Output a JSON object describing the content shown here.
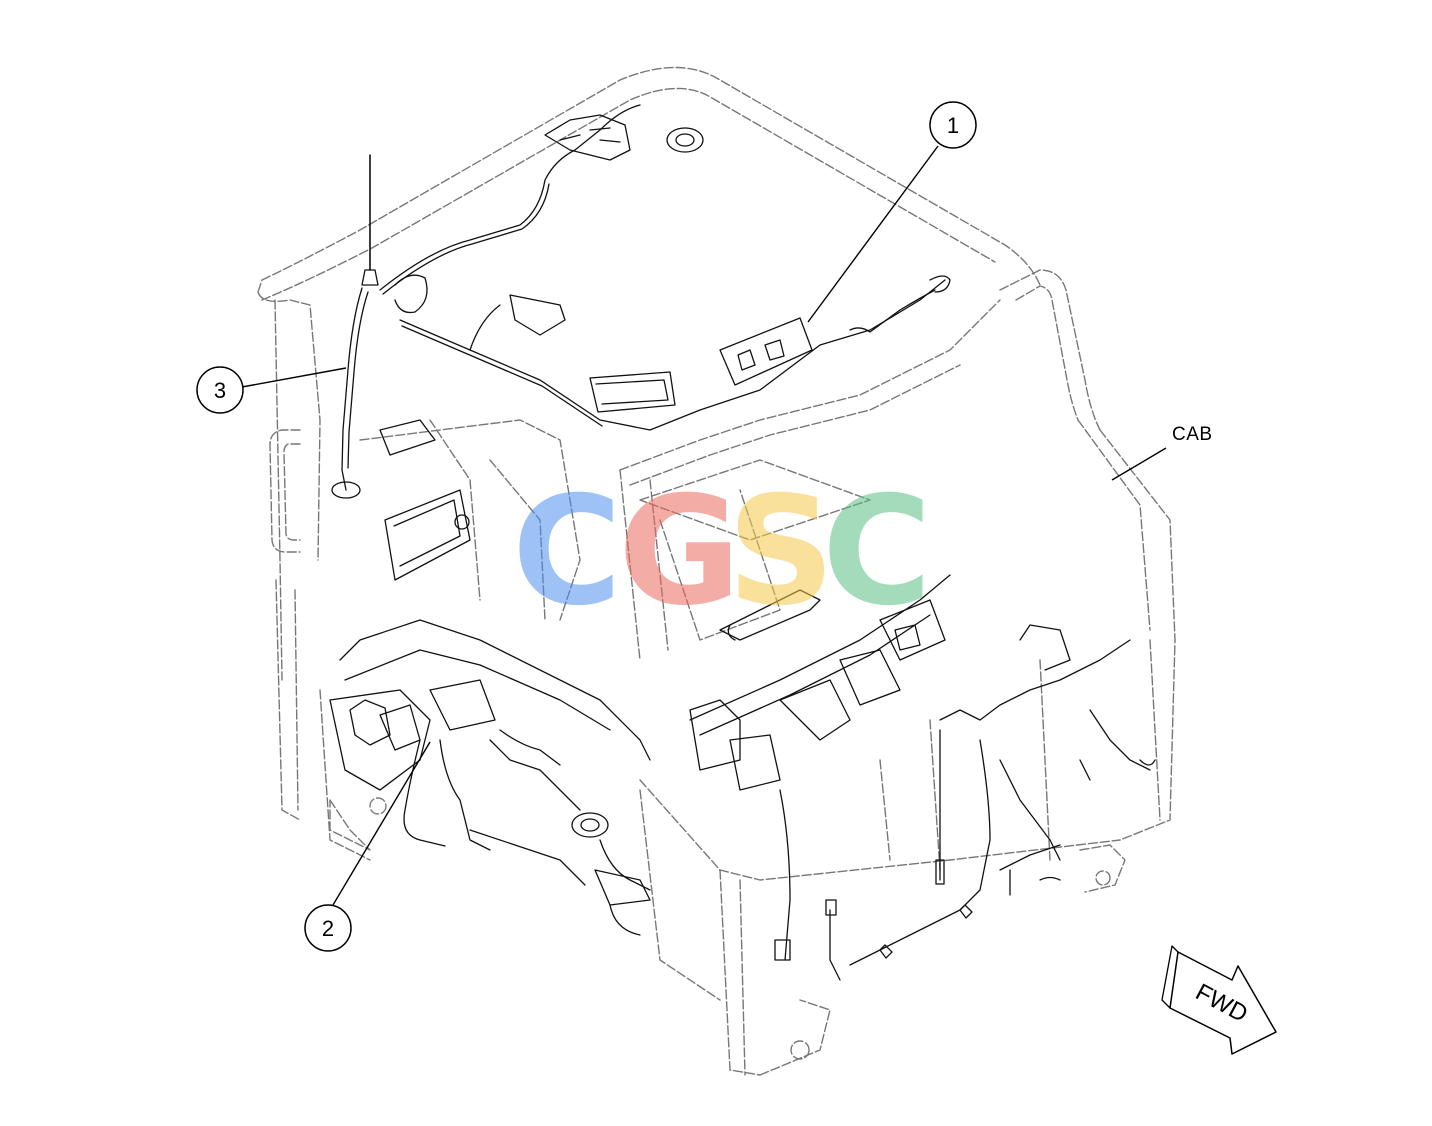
{
  "callouts": [
    {
      "id": "1",
      "label": "1"
    },
    {
      "id": "2",
      "label": "2"
    },
    {
      "id": "3",
      "label": "3"
    }
  ],
  "labels": {
    "cab": "CAB",
    "forward_arrow": "FWD"
  },
  "watermark": {
    "letters": [
      "C",
      "G",
      "S",
      "C"
    ],
    "colors": [
      "#4f8ff0",
      "#ec6b5e",
      "#f5c84a",
      "#5bbf82"
    ]
  },
  "colors": {
    "line": "#000000",
    "background": "#ffffff"
  }
}
